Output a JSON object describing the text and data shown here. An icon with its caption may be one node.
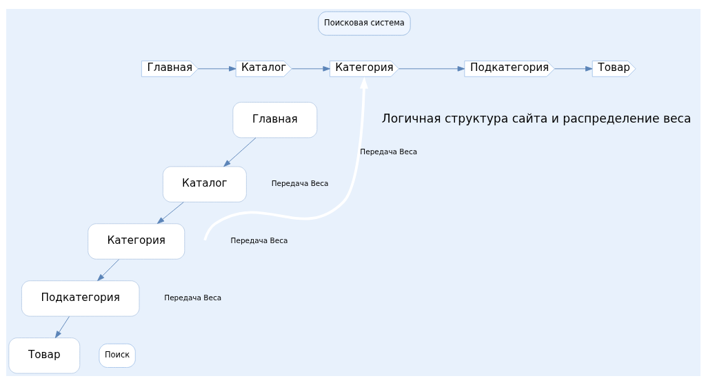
{
  "diagram": {
    "nodes": [
      {
        "text": [
          "Поисковая система"
        ]
      },
      {
        "text": [
          "Главная"
        ]
      },
      {
        "text": [
          "Каталог"
        ]
      },
      {
        "text": [
          "Категория"
        ]
      },
      {
        "text": [
          "Подкатегория"
        ]
      },
      {
        "text": [
          "Товар"
        ]
      },
      {
        "text": [
          "Главная"
        ]
      },
      {
        "text": [
          "Каталог"
        ]
      },
      {
        "text": [
          "Категория"
        ]
      },
      {
        "text": [
          "Подкатегория"
        ]
      },
      {
        "text": [
          "Товар"
        ]
      },
      {
        "text": [
          "Поиск"
        ]
      }
    ],
    "edges": [
      {
        "from": 1,
        "to": 2,
        "arrow": "to"
      },
      {
        "from": 2,
        "to": 3,
        "arrow": "to"
      },
      {
        "from": 3,
        "to": 4,
        "arrow": "to"
      },
      {
        "from": 4,
        "to": 5,
        "arrow": "to"
      },
      {
        "from": 6,
        "to": 7,
        "arrow": "to"
      },
      {
        "from": 7,
        "to": 8,
        "arrow": "to"
      },
      {
        "from": 8,
        "to": 9,
        "arrow": "to"
      },
      {
        "from": 9,
        "to": 10,
        "arrow": "to"
      },
      {
        "from": null,
        "to": 3,
        "arrow": "to",
        "label": "Передача Веса",
        "style": "thick",
        "color": "#ffffff"
      }
    ],
    "labels": [
      "Логичная структура сайта и распределение веса",
      "Передача Веса",
      "Передача Веса",
      "Передача Веса"
    ]
  }
}
